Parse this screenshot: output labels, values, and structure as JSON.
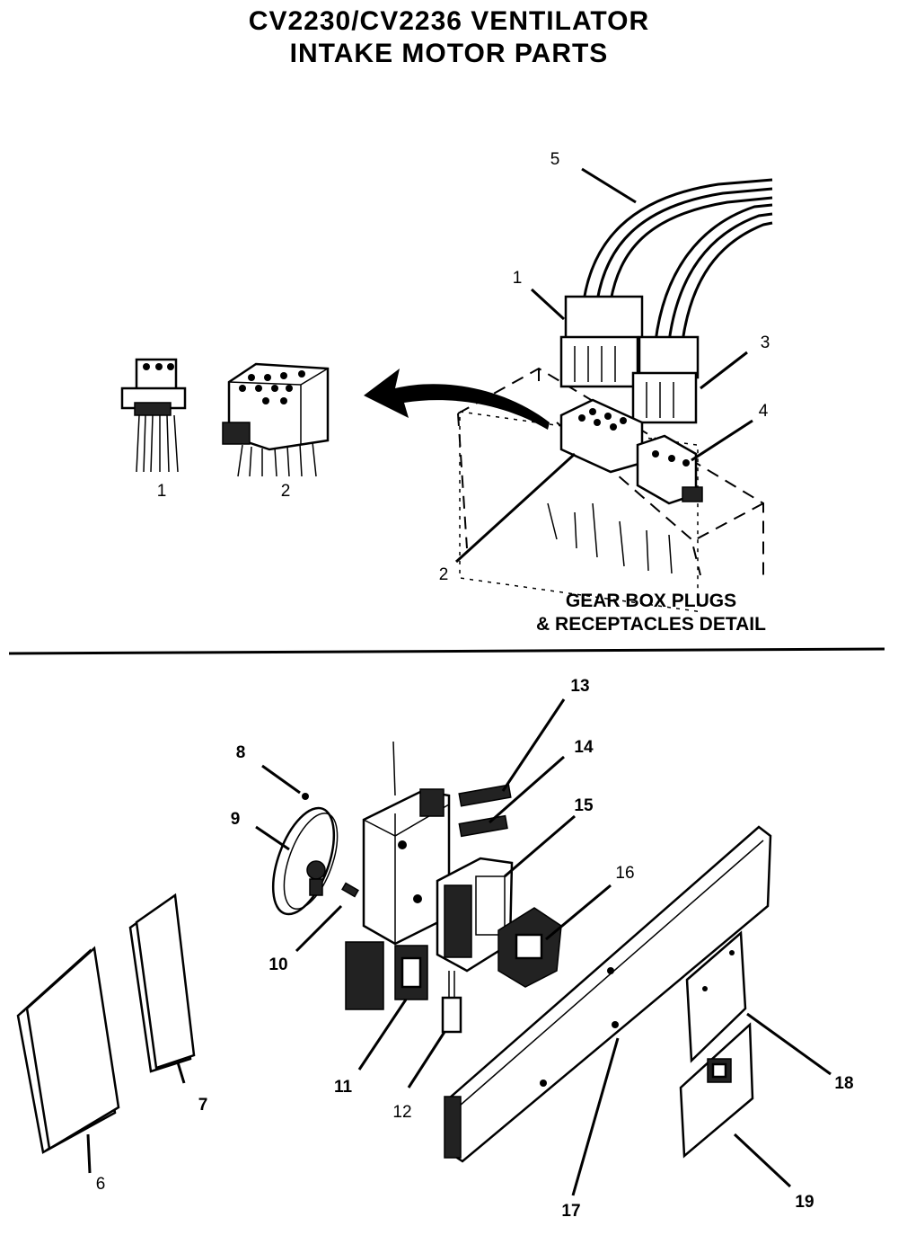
{
  "title_line1": "CV2230/CV2236 VENTILATOR",
  "title_line2": "INTAKE MOTOR PARTS",
  "detail_line1": "GEAR BOX PLUGS",
  "detail_line2": "& RECEPTACLES DETAIL",
  "callouts": {
    "c1a": "1",
    "c2a": "2",
    "c1b": "1",
    "c2b": "2",
    "c3": "3",
    "c4": "4",
    "c5": "5",
    "c6": "6",
    "c7": "7",
    "c8": "8",
    "c9": "9",
    "c10": "10",
    "c11": "11",
    "c12": "12",
    "c13": "13",
    "c14": "14",
    "c15": "15",
    "c16": "16",
    "c17": "17",
    "c18": "18",
    "c19": "19"
  }
}
